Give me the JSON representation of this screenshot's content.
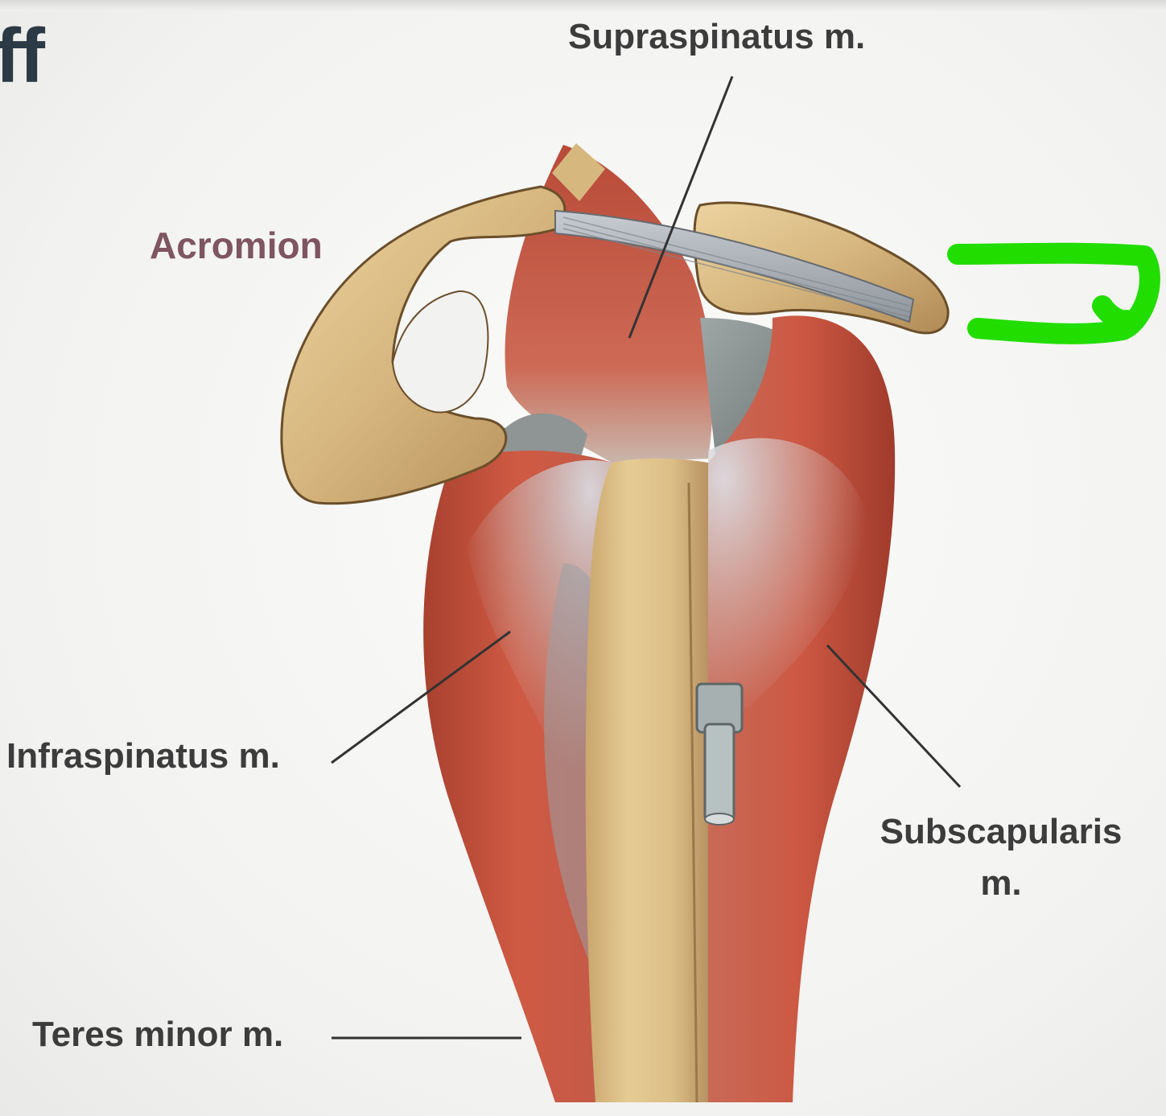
{
  "slide": {
    "title_fragment": "ff"
  },
  "labels": {
    "supraspinatus": "Supraspinatus m.",
    "acromion": "Acromion",
    "infraspinatus": "Infraspinatus m.",
    "subscapularis": "Subscapularis m.",
    "teres_minor": "Teres minor m.",
    "coracoid_obscured": ""
  },
  "colors": {
    "label_text": "#3c3c3c",
    "acromion_text": "#7e5561",
    "title_text": "#2b3a44",
    "bone": "#d8bb86",
    "muscle": "#c4543e",
    "tendon": "#aeb6bc",
    "highlight": "#22dd00"
  }
}
